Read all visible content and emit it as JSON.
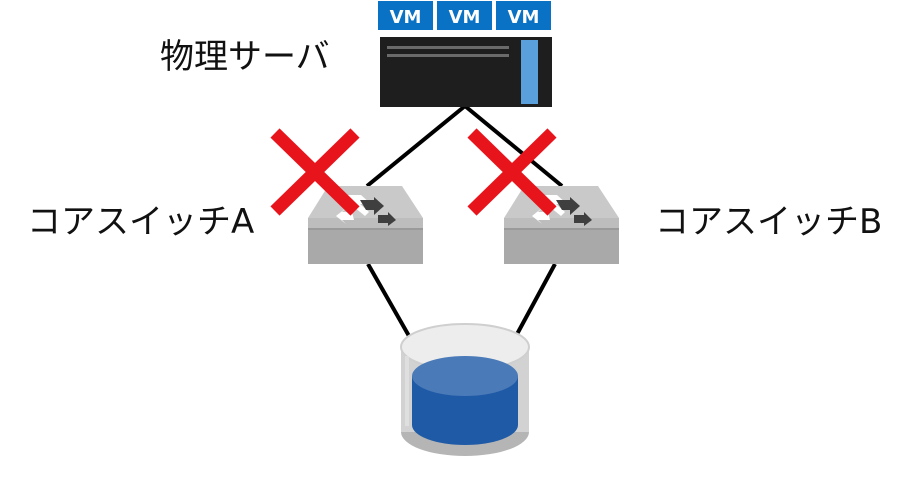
{
  "server": {
    "label": "物理サーバ",
    "vms": [
      "VM",
      "VM",
      "VM"
    ]
  },
  "switches": {
    "a": {
      "label": "コアスイッチA",
      "status": "failed"
    },
    "b": {
      "label": "コアスイッチB",
      "status": "failed"
    }
  },
  "colors": {
    "vm_badge": "#0a72c4",
    "server_body": "#1e1e1e",
    "server_accent": "#5aa0dc",
    "switch_body": "#b8b8b8",
    "failure_mark": "#e8141c",
    "storage_liquid": "#1f5aa6",
    "link": "#000000"
  },
  "icons": {
    "server": "server-icon",
    "switch": "network-switch-icon",
    "storage": "storage-cylinder-icon",
    "failure": "red-x-icon"
  }
}
